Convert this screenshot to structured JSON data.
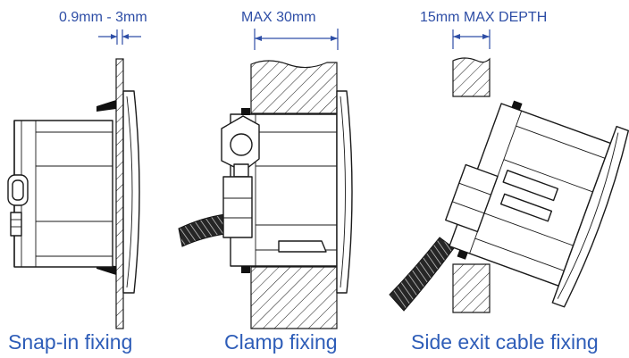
{
  "dimensions": {
    "snap_in": "0.9mm - 3mm",
    "clamp": "MAX 30mm",
    "side_exit": "15mm MAX DEPTH"
  },
  "captions": {
    "snap_in": "Snap-in fixing",
    "clamp": "Clamp fixing",
    "side_exit": "Side exit cable fixing"
  },
  "colors": {
    "label_blue": "#2e5db8",
    "dimension_blue": "#2e4ea6",
    "line": "#1a1a1a"
  }
}
